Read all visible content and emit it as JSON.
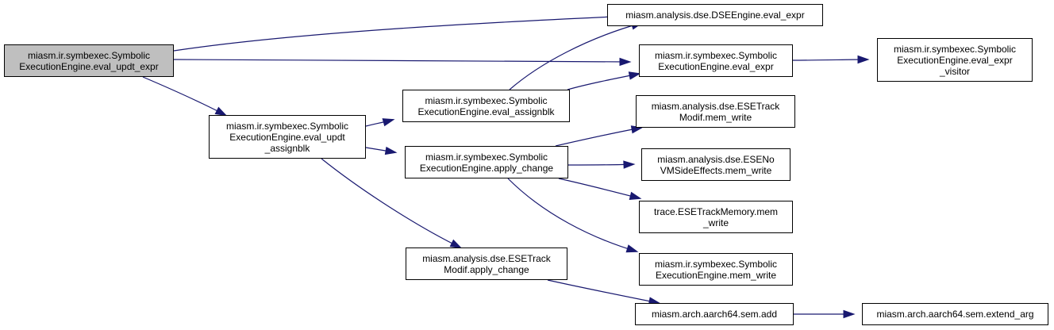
{
  "colors": {
    "edge": "#191970",
    "root_fill": "#bfbfbf",
    "node_fill": "#ffffff",
    "border": "#000000"
  },
  "nodes": [
    {
      "id": "root",
      "lines": [
        "miasm.ir.symbexec.Symbolic",
        "ExecutionEngine.eval_updt_expr"
      ],
      "root": true
    },
    {
      "id": "dse_eval_expr",
      "lines": [
        "miasm.analysis.dse.DSEEngine.eval_expr"
      ]
    },
    {
      "id": "se_eval_expr",
      "lines": [
        "miasm.ir.symbexec.Symbolic",
        "ExecutionEngine.eval_expr"
      ]
    },
    {
      "id": "se_eval_expr_visitor",
      "lines": [
        "miasm.ir.symbexec.Symbolic",
        "ExecutionEngine.eval_expr",
        "_visitor"
      ]
    },
    {
      "id": "se_eval_assignblk",
      "lines": [
        "miasm.ir.symbexec.Symbolic",
        "ExecutionEngine.eval_assignblk"
      ]
    },
    {
      "id": "se_eval_updt_assignblk",
      "lines": [
        "miasm.ir.symbexec.Symbolic",
        "ExecutionEngine.eval_updt",
        "_assignblk"
      ]
    },
    {
      "id": "se_apply_change",
      "lines": [
        "miasm.ir.symbexec.Symbolic",
        "ExecutionEngine.apply_change"
      ]
    },
    {
      "id": "esetrack_mem_write",
      "lines": [
        "miasm.analysis.dse.ESETrack",
        "Modif.mem_write"
      ]
    },
    {
      "id": "esenovm_mem_write",
      "lines": [
        "miasm.analysis.dse.ESENo",
        "VMSideEffects.mem_write"
      ]
    },
    {
      "id": "trace_mem_write",
      "lines": [
        "trace.ESETrackMemory.mem",
        "_write"
      ]
    },
    {
      "id": "se_mem_write",
      "lines": [
        "miasm.ir.symbexec.Symbolic",
        "ExecutionEngine.mem_write"
      ]
    },
    {
      "id": "esetrack_apply_change",
      "lines": [
        "miasm.analysis.dse.ESETrack",
        "Modif.apply_change"
      ]
    },
    {
      "id": "sem_add",
      "lines": [
        "miasm.arch.aarch64.sem.add"
      ]
    },
    {
      "id": "sem_extend_arg",
      "lines": [
        "miasm.arch.aarch64.sem.extend_arg"
      ]
    }
  ],
  "edges": [
    [
      "root",
      "dse_eval_expr"
    ],
    [
      "root",
      "se_eval_expr"
    ],
    [
      "root",
      "se_eval_updt_assignblk"
    ],
    [
      "se_eval_expr",
      "se_eval_expr_visitor"
    ],
    [
      "se_eval_assignblk",
      "dse_eval_expr"
    ],
    [
      "se_eval_assignblk",
      "se_eval_expr"
    ],
    [
      "se_eval_updt_assignblk",
      "se_eval_assignblk"
    ],
    [
      "se_eval_updt_assignblk",
      "se_apply_change"
    ],
    [
      "se_eval_updt_assignblk",
      "esetrack_apply_change"
    ],
    [
      "se_apply_change",
      "esetrack_mem_write"
    ],
    [
      "se_apply_change",
      "esenovm_mem_write"
    ],
    [
      "se_apply_change",
      "trace_mem_write"
    ],
    [
      "se_apply_change",
      "se_mem_write"
    ],
    [
      "esetrack_apply_change",
      "sem_add"
    ],
    [
      "sem_add",
      "sem_extend_arg"
    ]
  ]
}
